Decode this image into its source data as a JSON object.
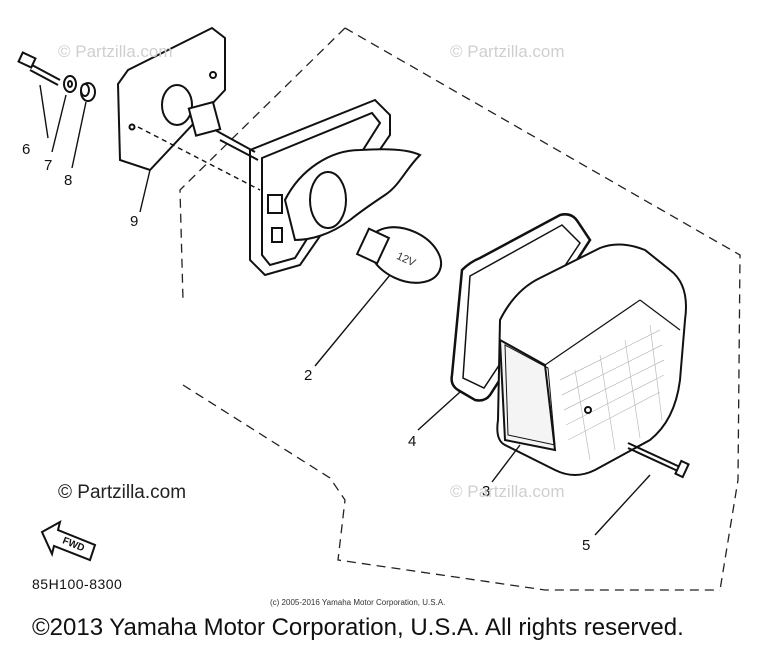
{
  "watermarks": {
    "top_left": "© Partzilla.com",
    "top_right": "© Partzilla.com",
    "middle_left": "© Partzilla.com",
    "middle_right": "© Partzilla.com"
  },
  "callouts": [
    "2",
    "3",
    "4",
    "5",
    "6",
    "7",
    "8",
    "9"
  ],
  "fwd_label": "FWD",
  "drawing_code": "85H100-8300",
  "small_copyright": "(c) 2005-2016 Yamaha Motor Corporation, U.S.A.",
  "copyright": "©2013 Yamaha Motor Corporation, U.S.A. All rights reserved."
}
